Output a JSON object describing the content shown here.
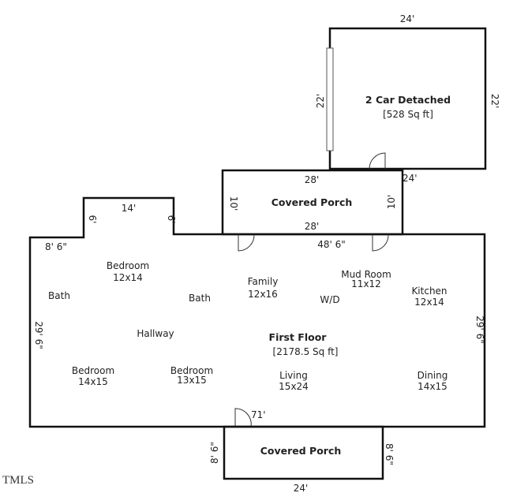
{
  "garage": {
    "title": "2 Car Detached",
    "area": "[528 Sq ft]",
    "top": "24'",
    "left": "22'",
    "right": "22'",
    "bottom": "24'"
  },
  "upper_porch": {
    "title": "Covered Porch",
    "top": "28'",
    "bottom": "28'",
    "left": "10'",
    "right": "10'"
  },
  "first_floor": {
    "title": "First Floor",
    "area": "[2178.5 Sq ft]",
    "top": "48' 6\"",
    "left": "29' 6\"",
    "right": "29' 6\"",
    "corner": "8' 6\"",
    "bump_top": "14'",
    "bump_left": "6'",
    "bump_right": "6'",
    "door_dim": "71'"
  },
  "rooms": [
    {
      "name": "Bedroom",
      "size": "12x14"
    },
    {
      "name": "Bath",
      "size": ""
    },
    {
      "name": "Bath",
      "size": ""
    },
    {
      "name": "Family",
      "size": "12x16"
    },
    {
      "name": "Mud Room",
      "size": "11x12"
    },
    {
      "name": "W/D",
      "size": ""
    },
    {
      "name": "Kitchen",
      "size": "12x14"
    },
    {
      "name": "Hallway",
      "size": ""
    },
    {
      "name": "Bedroom",
      "size": "14x15"
    },
    {
      "name": "Bedroom",
      "size": "13x15"
    },
    {
      "name": "Living",
      "size": "15x24"
    },
    {
      "name": "Dining",
      "size": "14x15"
    }
  ],
  "lower_porch": {
    "title": "Covered Porch",
    "bottom": "24'",
    "left": "8' 6\"",
    "right": "8' 6\""
  },
  "watermark": "TMLS"
}
